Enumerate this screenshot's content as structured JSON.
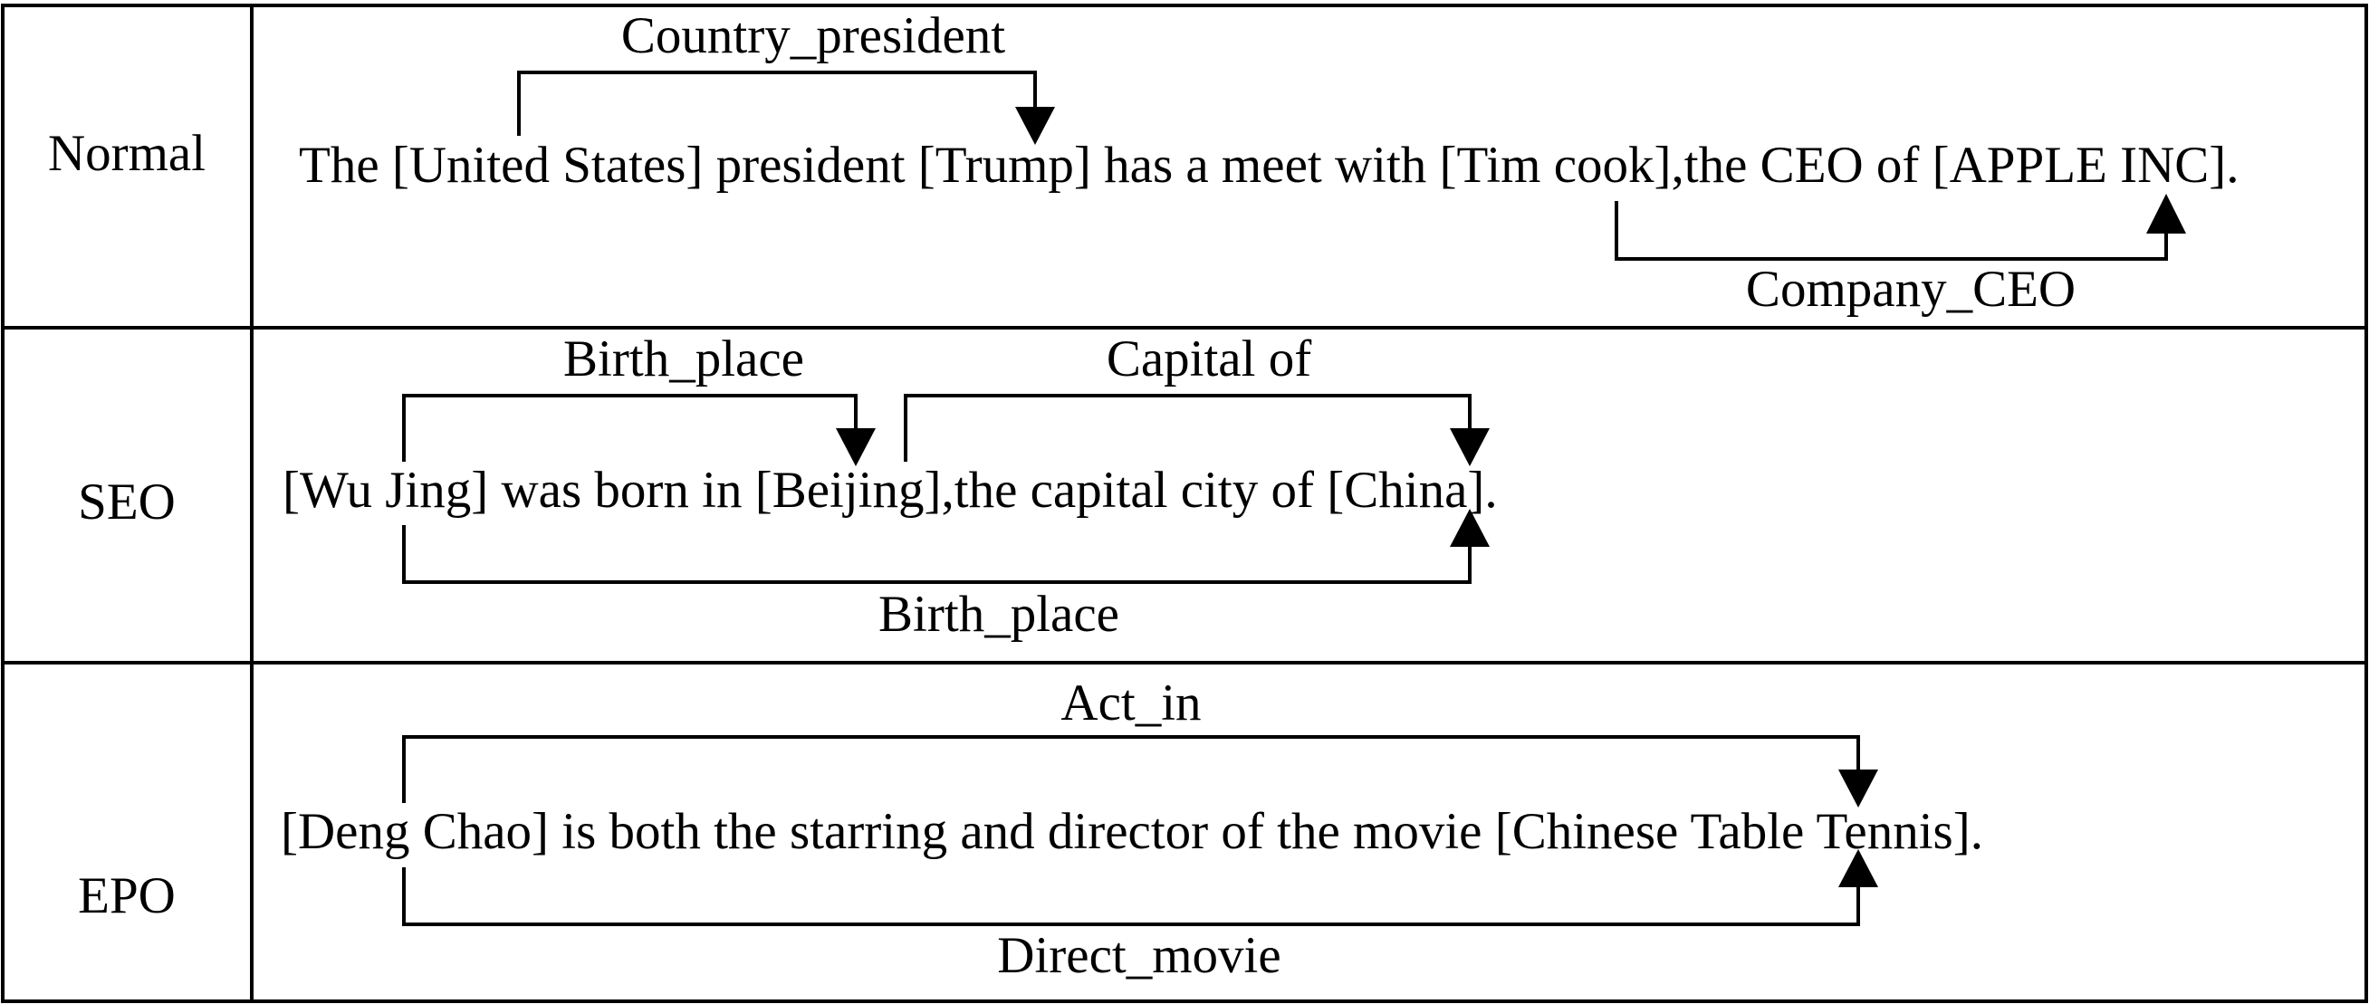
{
  "rows": [
    {
      "label": "Normal",
      "sentence": "The [United States] president [Trump] has a meet with [Tim cook],the CEO of [APPLE INC].",
      "relations": [
        "Country_president",
        "Company_CEO"
      ]
    },
    {
      "label": "SEO",
      "sentence": "[Wu Jing] was born in [Beijing],the capital city of [China].",
      "relations": [
        "Birth_place",
        "Capital of",
        "Birth_place"
      ]
    },
    {
      "label": "EPO",
      "sentence": "[Deng Chao] is both the starring and director of the movie [Chinese Table Tennis].",
      "relations": [
        "Act_in",
        "Direct_movie"
      ]
    }
  ]
}
